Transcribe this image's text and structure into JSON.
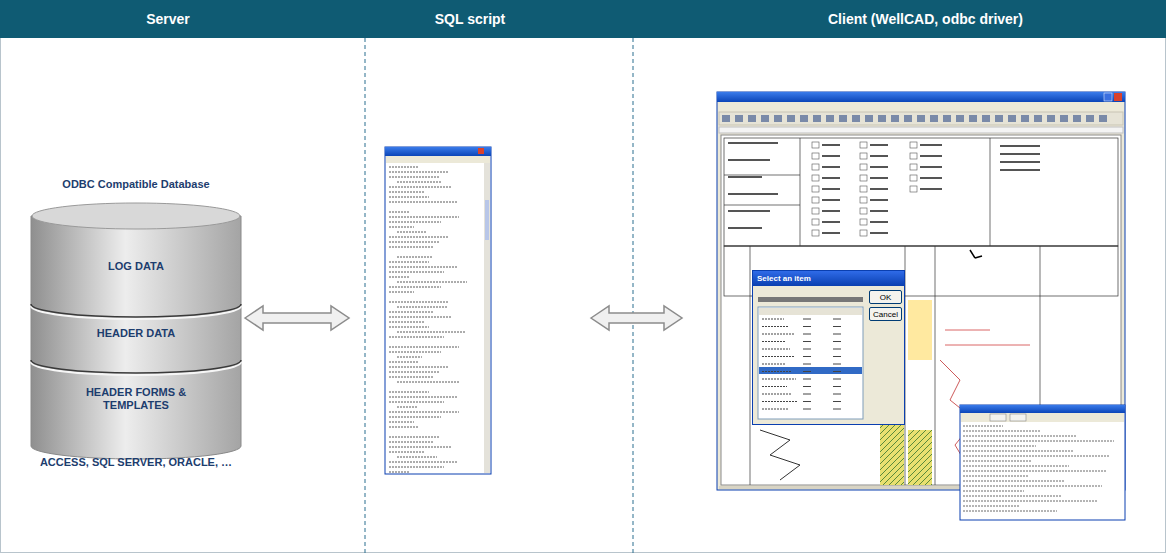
{
  "diagram": {
    "nodes": [
      {
        "text": [
          "Server"
        ]
      },
      {
        "text": [
          "SQL script"
        ]
      },
      {
        "text": [
          "Client (WellCAD, odbc driver)"
        ]
      },
      {
        "text": [
          "ODBC Compatible Database"
        ],
        "in": 0
      },
      {
        "text": [
          "LOG DATA"
        ],
        "in": 3
      },
      {
        "text": [
          "HEADER DATA"
        ],
        "in": 3
      },
      {
        "text": [
          "HEADER FORMS & TEMPLATES"
        ],
        "in": 3
      },
      {
        "text": [
          "Select an item"
        ],
        "in": 2
      },
      {
        "text": [
          "OK"
        ],
        "in": 7
      },
      {
        "text": [
          "Cancel"
        ],
        "in": 7
      }
    ],
    "edges": [
      {
        "from": 3,
        "to": 1,
        "arrow": "both"
      },
      {
        "from": 1,
        "to": 2,
        "arrow": "both"
      }
    ],
    "labels": [
      "ACCESS, SQL SERVER, ORACLE, …"
    ]
  }
}
